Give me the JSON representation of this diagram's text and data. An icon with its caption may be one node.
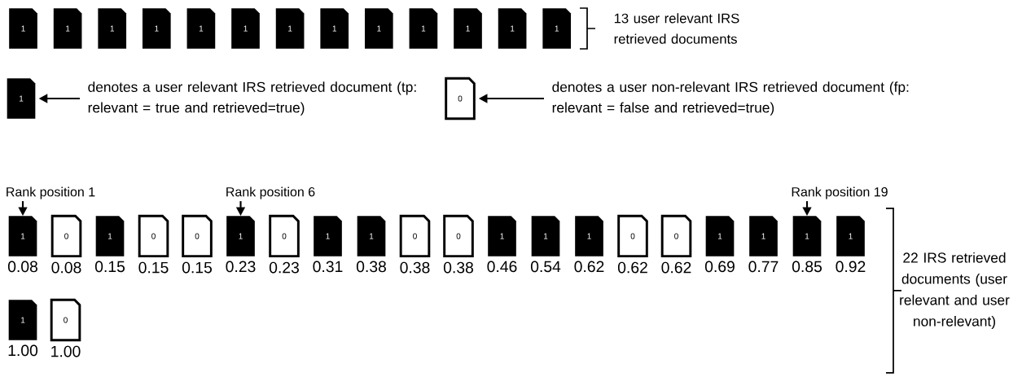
{
  "diagram": {
    "nodes": [
      {
        "text": [
          "1"
        ]
      },
      {
        "text": [
          "1"
        ]
      },
      {
        "text": [
          "1"
        ]
      },
      {
        "text": [
          "1"
        ]
      },
      {
        "text": [
          "1"
        ]
      },
      {
        "text": [
          "1"
        ]
      },
      {
        "text": [
          "1"
        ]
      },
      {
        "text": [
          "1"
        ]
      },
      {
        "text": [
          "1"
        ]
      },
      {
        "text": [
          "1"
        ]
      },
      {
        "text": [
          "1"
        ]
      },
      {
        "text": [
          "1"
        ]
      },
      {
        "text": [
          "1"
        ]
      },
      {
        "text": [
          "1"
        ]
      },
      {
        "text": [
          "denotes a user relevant IRS retrieved document (tp: relevant = true and retrieved=true)"
        ]
      },
      {
        "text": [
          "0"
        ]
      },
      {
        "text": [
          "denotes a user non-relevant IRS retrieved document (fp: relevant = false and retrieved=true)"
        ]
      },
      {
        "text": [
          "Rank position 1"
        ]
      },
      {
        "text": [
          "Rank position 6"
        ]
      },
      {
        "text": [
          "Rank position 19"
        ]
      },
      {
        "text": [
          "1"
        ],
        "beside": [
          "0.08"
        ]
      },
      {
        "text": [
          "0"
        ],
        "beside": [
          "0.08"
        ]
      },
      {
        "text": [
          "1"
        ],
        "beside": [
          "0.15"
        ]
      },
      {
        "text": [
          "0"
        ],
        "beside": [
          "0.15"
        ]
      },
      {
        "text": [
          "0"
        ],
        "beside": [
          "0.15"
        ]
      },
      {
        "text": [
          "1"
        ],
        "beside": [
          "0.23"
        ]
      },
      {
        "text": [
          "0"
        ],
        "beside": [
          "0.23"
        ]
      },
      {
        "text": [
          "1"
        ],
        "beside": [
          "0.31"
        ]
      },
      {
        "text": [
          "1"
        ],
        "beside": [
          "0.38"
        ]
      },
      {
        "text": [
          "0"
        ],
        "beside": [
          "0.38"
        ]
      },
      {
        "text": [
          "0"
        ],
        "beside": [
          "0.38"
        ]
      },
      {
        "text": [
          "1"
        ],
        "beside": [
          "0.46"
        ]
      },
      {
        "text": [
          "1"
        ],
        "beside": [
          "0.54"
        ]
      },
      {
        "text": [
          "1"
        ],
        "beside": [
          "0.62"
        ]
      },
      {
        "text": [
          "0"
        ],
        "beside": [
          "0.62"
        ]
      },
      {
        "text": [
          "0"
        ],
        "beside": [
          "0.62"
        ]
      },
      {
        "text": [
          "1"
        ],
        "beside": [
          "0.69"
        ]
      },
      {
        "text": [
          "1"
        ],
        "beside": [
          "0.77"
        ]
      },
      {
        "text": [
          "1"
        ],
        "beside": [
          "0.85"
        ]
      },
      {
        "text": [
          "1"
        ],
        "beside": [
          "0.92"
        ]
      },
      {
        "text": [
          "1"
        ],
        "beside": [
          "1.00"
        ]
      },
      {
        "text": [
          "0"
        ],
        "beside": [
          "1.00"
        ]
      }
    ],
    "edges": [
      {
        "from": 14,
        "to": 13,
        "arrow": "to"
      },
      {
        "from": 16,
        "to": 15,
        "arrow": "to"
      },
      {
        "from": 17,
        "to": 20,
        "arrow": "to"
      },
      {
        "from": 18,
        "to": 25,
        "arrow": "to"
      },
      {
        "from": 19,
        "to": 38,
        "arrow": "to"
      }
    ],
    "labels": [
      "13 user relevant IRS retrieved documents",
      "22 IRS retrieved documents (user relevant and user non-relevant)"
    ]
  }
}
